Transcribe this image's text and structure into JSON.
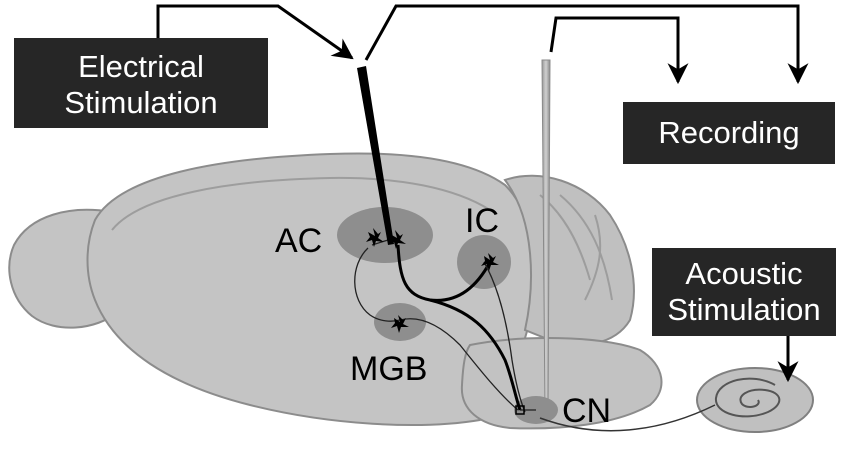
{
  "labels": {
    "electrical_stimulation": [
      "Electrical",
      "Stimulation"
    ],
    "recording": "Recording",
    "acoustic_stimulation": [
      "Acoustic",
      "Stimulation"
    ],
    "ac": "AC",
    "ic": "IC",
    "mgb": "MGB",
    "cn": "CN"
  },
  "colors": {
    "box_fill": "#262626",
    "box_text": "#ffffff",
    "brain_fill": "#c4c4c4",
    "brain_outline": "#8c8c8c",
    "region_fill": "#8e8e8e",
    "cochlea_fill": "#c0c0c0",
    "line": "#000000"
  },
  "icons": {
    "neuron": "neuron-icon",
    "electrode": "stimulating-electrode-icon",
    "recording_electrode": "recording-electrode-icon",
    "cochlea": "cochlea-icon"
  }
}
